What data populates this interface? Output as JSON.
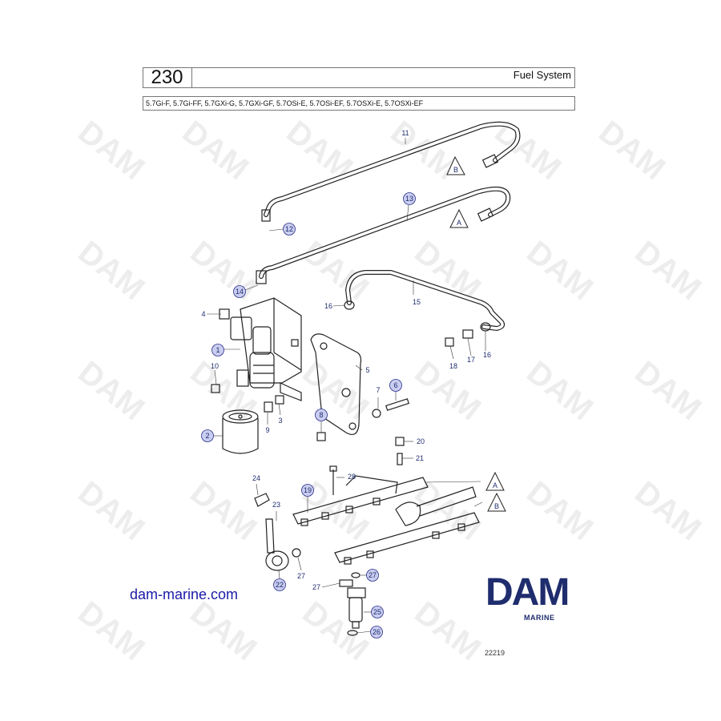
{
  "header": {
    "page_number": "230",
    "title": "Fuel System"
  },
  "models": "5.7Gi-F, 5.7Gi-FF, 5.7GXi-G, 5.7GXi-GF, 5.7OSi-E, 5.7OSi-EF, 5.7OSXi-E, 5.7OSXi-EF",
  "watermark": {
    "text": "DAM"
  },
  "callouts": {
    "c1": "1",
    "c2": "2",
    "c3": "3",
    "c4": "4",
    "c5": "5",
    "c6": "6",
    "c7": "7",
    "c8": "8",
    "c9": "9",
    "c10": "10",
    "c11": "11",
    "c12": "12",
    "c13": "13",
    "c14": "14",
    "c15": "15",
    "c16a": "16",
    "c16b": "16",
    "c17": "17",
    "c18": "18",
    "c19": "19",
    "c20": "20",
    "c21": "21",
    "c22": "22",
    "c23": "23",
    "c24": "24",
    "c25": "25",
    "c26": "26",
    "c27a": "27",
    "c27b": "27",
    "c27c": "27",
    "c28": "28"
  },
  "connectors": {
    "a_upper": "A",
    "b_upper": "B",
    "a_lower": "A",
    "b_lower": "B"
  },
  "website": "dam-marine.com",
  "logo": {
    "word": "DAM",
    "sub": "MARINE"
  },
  "drawing_number": "22219",
  "colors": {
    "callout_fill": "#c9cdf0",
    "callout_text": "#1f2d6e",
    "logo": "#1f2d6e",
    "link": "#1a1aa8",
    "watermark": "#ededed"
  }
}
